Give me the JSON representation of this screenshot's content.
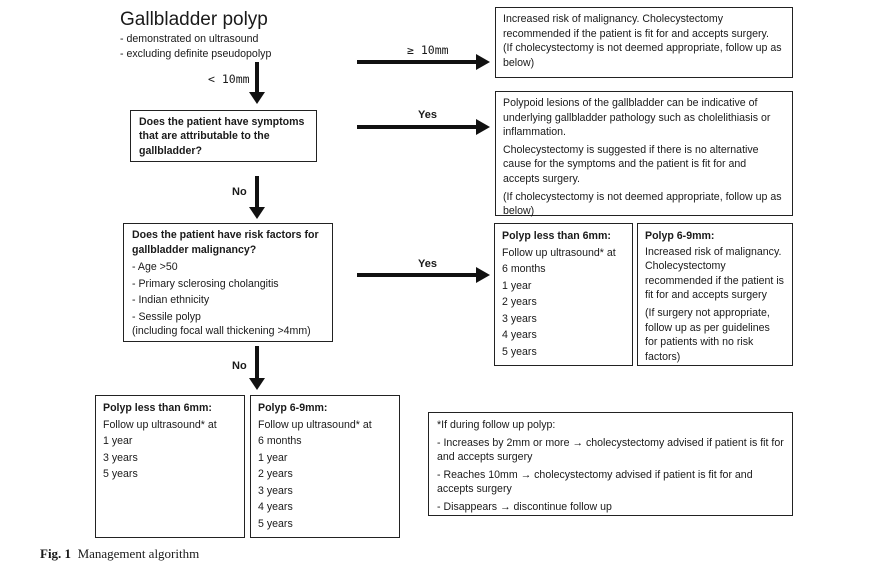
{
  "title": {
    "heading": "Gallbladder polyp",
    "lines": [
      "- demonstrated on ultrasound",
      "- excluding definite pseudopolyp"
    ]
  },
  "labels": {
    "lt10": "< 10mm",
    "ge10": "≥ 10mm",
    "yes1": "Yes",
    "no1": "No",
    "yes2": "Yes",
    "no2": "No"
  },
  "box_ge10": {
    "line1": "Increased risk of malignancy. Cholecystectomy recommended if the patient is fit for and accepts surgery.",
    "line2": "(If cholecystectomy is not deemed appropriate, follow up as below)"
  },
  "q_symptoms": "Does the patient have symptoms that are attributable to the gallbladder?",
  "box_symptoms": {
    "p1": "Polypoid lesions of the gallbladder can be indicative of underlying gallbladder pathology such as cholelithiasis or inflammation.",
    "p2": "Cholecystectomy is suggested if there is no alternative cause for the symptoms and the patient is fit for and accepts surgery.",
    "p3": "(If cholecystectomy is not deemed appropriate, follow up as below)"
  },
  "q_risk": {
    "heading": "Does the patient have risk factors for gallbladder malignancy?",
    "items": [
      "- Age >50",
      "- Primary sclerosing cholangitis",
      "- Indian ethnicity",
      "- Sessile polyp"
    ],
    "note": "(including focal wall thickening >4mm)"
  },
  "risk_lt6": {
    "heading": "Polyp less than 6mm:",
    "intro": "Follow up ultrasound* at",
    "items": [
      "6 months",
      "1 year",
      "2 years",
      "3 years",
      "4 years",
      "5 years"
    ]
  },
  "risk_6to9": {
    "heading": "Polyp 6-9mm:",
    "p1": "Increased risk of malignancy. Cholecystectomy recommended if the patient is fit for and accepts surgery",
    "p2": "(If surgery not appropriate, follow up as per guidelines for patients with no risk factors)"
  },
  "norisk_lt6": {
    "heading": "Polyp less than 6mm:",
    "intro": "Follow up ultrasound* at",
    "items": [
      "1 year",
      "3 years",
      "5 years"
    ]
  },
  "norisk_6to9": {
    "heading": "Polyp 6-9mm:",
    "intro": "Follow up ultrasound* at",
    "items": [
      "6 months",
      "1 year",
      "2 years",
      "3 years",
      "4 years",
      "5 years"
    ]
  },
  "footnote": {
    "heading": "*If during follow up polyp:",
    "items": [
      "- Increases by 2mm or more → cholecystectomy advised if patient is fit for and accepts surgery",
      "- Reaches 10mm → cholecystectomy advised if patient is fit for and accepts surgery",
      "- Disappears → discontinue follow up"
    ]
  },
  "caption": {
    "label": "Fig. 1",
    "text": "Management algorithm"
  }
}
